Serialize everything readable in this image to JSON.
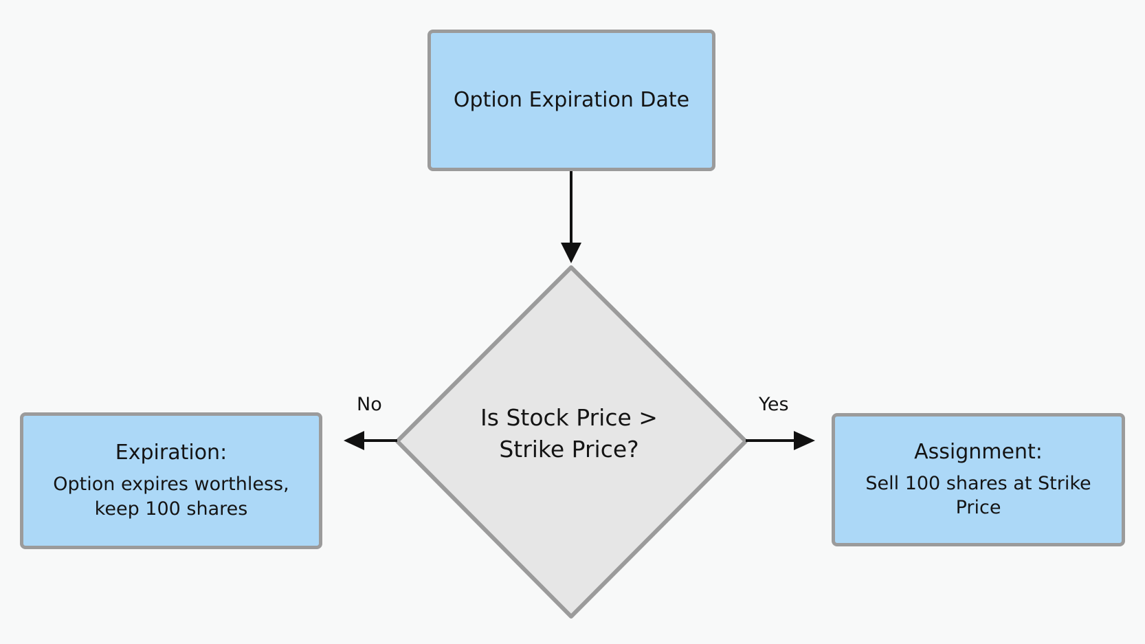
{
  "nodes": {
    "start": {
      "label": "Option Expiration Date"
    },
    "decision": {
      "label": "Is Stock Price > Strike Price?"
    },
    "no_outcome": {
      "heading": "Expiration:",
      "body": "Option expires worthless, keep 100 shares"
    },
    "yes_outcome": {
      "heading": "Assignment:",
      "body": "Sell 100 shares at Strike Price"
    }
  },
  "edges": {
    "no_label": "No",
    "yes_label": "Yes"
  },
  "colors": {
    "box_fill": "#acd8f7",
    "decision_fill": "#e6e6e6",
    "border": "#9b9b9b",
    "arrow": "#111111",
    "background": "#f8f9f9"
  }
}
